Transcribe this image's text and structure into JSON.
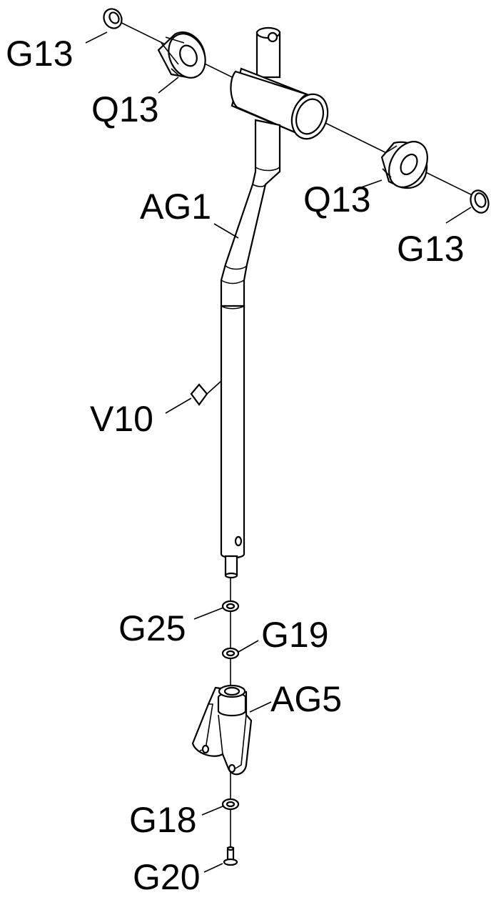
{
  "labels": {
    "g13_top": "G13",
    "q13_top": "Q13",
    "q13_right": "Q13",
    "g13_right": "G13",
    "ag1": "AG1",
    "v10": "V10",
    "g25": "G25",
    "g19": "G19",
    "ag5": "AG5",
    "g18": "G18",
    "g20": "G20"
  },
  "colors": {
    "line": "#000000",
    "background": "#ffffff"
  }
}
